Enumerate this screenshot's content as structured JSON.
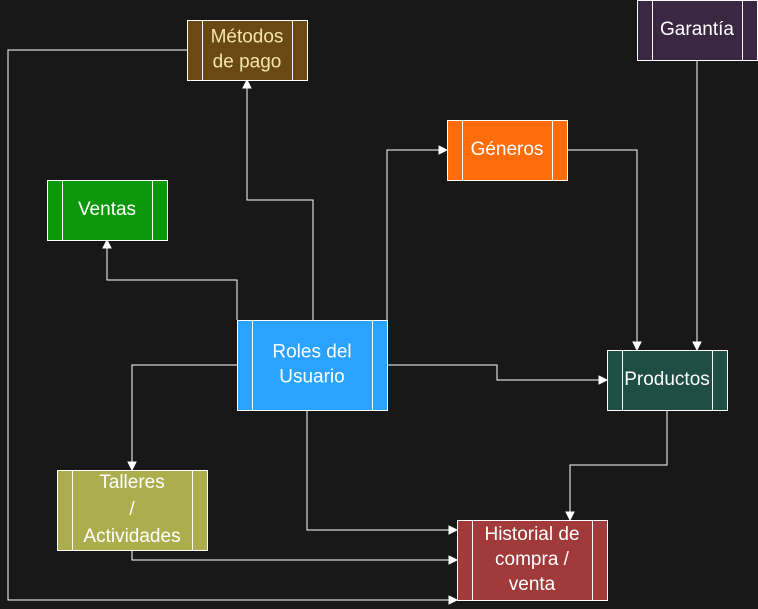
{
  "diagram": {
    "nodes": {
      "metodos": {
        "lines": [
          "Métodos",
          "de pago"
        ],
        "fill": "#6a4a10",
        "text": "#f5e6a8"
      },
      "garantia": {
        "lines": [
          "Garantía"
        ],
        "fill": "#3a2742",
        "text": "#ffffff"
      },
      "generos": {
        "lines": [
          "Géneros"
        ],
        "fill": "#ff6d0a",
        "text": "#ffffff"
      },
      "ventas": {
        "lines": [
          "Ventas"
        ],
        "fill": "#0b990b",
        "text": "#ffffff"
      },
      "roles": {
        "lines": [
          "Roles del",
          "Usuario"
        ],
        "fill": "#29a3ff",
        "text": "#ffffff"
      },
      "productos": {
        "lines": [
          "Productos"
        ],
        "fill": "#1f4f44",
        "text": "#ffffff"
      },
      "talleres": {
        "lines": [
          "Talleres",
          "/",
          "Actividades"
        ],
        "fill": "#acad4c",
        "text": "#ffffff"
      },
      "historial": {
        "lines": [
          "Historial de",
          "compra /",
          "venta"
        ],
        "fill": "#a13b3b",
        "text": "#ffffff"
      }
    }
  }
}
